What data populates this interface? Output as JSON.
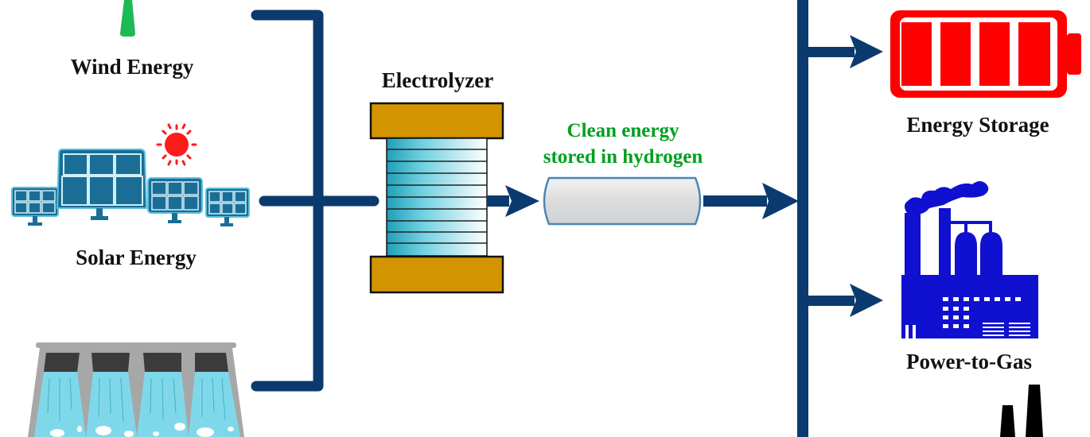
{
  "diagram": {
    "title": "Hydrogen energy storage pathway",
    "sources": [
      {
        "id": "wind",
        "label": "Wind Energy",
        "icon": "wind-turbine-icon"
      },
      {
        "id": "solar",
        "label": "Solar Energy",
        "icon": "solar-panel-icon"
      },
      {
        "id": "hydro",
        "label": "",
        "icon": "hydro-dam-icon"
      }
    ],
    "electrolyzer": {
      "label": "Electrolyzer",
      "icon": "electrolyzer-icon"
    },
    "storage": {
      "line1": "Clean energy",
      "line2": "stored in hydrogen",
      "icon": "hydrogen-tank-icon"
    },
    "outputs": [
      {
        "id": "energy-storage",
        "label": "Energy Storage",
        "icon": "battery-icon"
      },
      {
        "id": "power-to-gas",
        "label": "Power-to-Gas",
        "icon": "factory-icon"
      },
      {
        "id": "industry",
        "label": "",
        "icon": "chimney-icon"
      }
    ],
    "colors": {
      "connector": "#0b3a6e",
      "wind_green": "#1db954",
      "solar_blue": "#1a6e96",
      "sun_red": "#ff1a1a",
      "electrode_gold": "#d39400",
      "cell_cyan": "#4cc3d9",
      "highlight_green": "#00a020",
      "battery_red": "#ff0000",
      "factory_blue": "#1010d0",
      "water_cyan": "#7fd8ea",
      "dam_gray": "#a7a7a7",
      "gate_dark": "#3b3b3b"
    }
  }
}
